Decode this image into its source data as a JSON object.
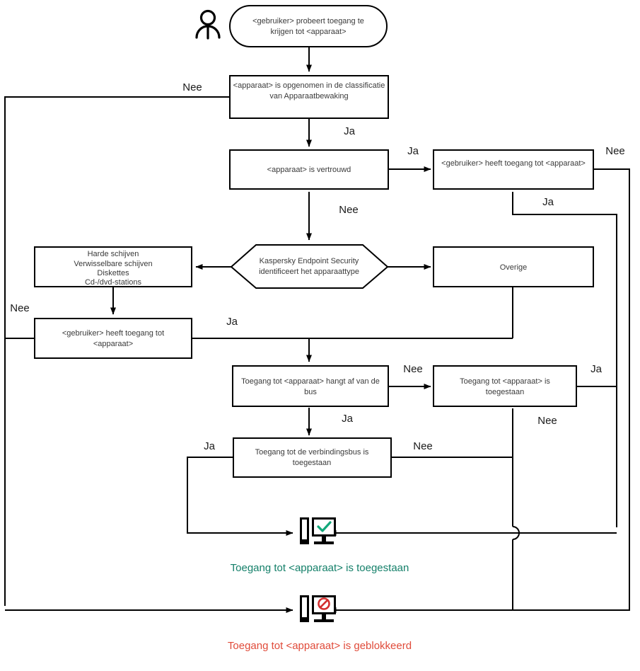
{
  "diagram": {
    "title": "Device Control access decision flow",
    "language": "nl",
    "colors": {
      "allowed": "#15806a",
      "blocked": "#e04b3a",
      "check": "#12a87a",
      "ban": "#d32f2f",
      "line": "#000000",
      "node_text": "#3a3a3a"
    },
    "nodes": {
      "start": {
        "shape": "rounded",
        "line1": "<gebruiker> probeert toegang te",
        "line2": "krijgen tot <apparaat>"
      },
      "classification": {
        "shape": "rect",
        "line1": "<apparaat> is opgenomen in de classificatie",
        "line2": "van Apparaatbewaking"
      },
      "trusted": {
        "shape": "rect",
        "line1": "<apparaat> is vertrouwd"
      },
      "user_access_trusted": {
        "shape": "rect",
        "line1": "<gebruiker> heeft toegang tot <apparaat>"
      },
      "identify_type": {
        "shape": "hexagon",
        "line1": "Kaspersky Endpoint Security",
        "line2": "identificeert het apparaattype"
      },
      "drive_types": {
        "shape": "rect",
        "line1": "Harde schijven",
        "line2": "Verwisselbare schijven",
        "line3": "Diskettes",
        "line4": "Cd-/dvd-stations"
      },
      "other_types": {
        "shape": "rect",
        "line1": "Overige"
      },
      "user_access_device": {
        "shape": "rect",
        "line1": "<gebruiker> heeft toegang tot",
        "line2": "<apparaat>"
      },
      "depends_on_bus": {
        "shape": "rect",
        "line1": "Toegang tot <apparaat> hangt af van de",
        "line2": "bus"
      },
      "device_access_allowed": {
        "shape": "rect",
        "line1": "Toegang tot <apparaat> is",
        "line2": "toegestaan"
      },
      "bus_access_allowed": {
        "shape": "rect",
        "line1": "Toegang tot de verbindingsbus is",
        "line2": "toegestaan"
      }
    },
    "edge_labels": {
      "classification_no": "Nee",
      "classification_yes": "Ja",
      "trusted_yes": "Ja",
      "trusted_no": "Nee",
      "user_access_trusted_no": "Nee",
      "user_access_trusted_yes": "Ja",
      "user_access_device_no": "Nee",
      "user_access_device_yes": "Ja",
      "depends_on_bus_no": "Nee",
      "depends_on_bus_yes": "Ja",
      "device_access_allowed_yes": "Ja",
      "device_access_allowed_no": "Nee",
      "bus_access_yes": "Ja",
      "bus_access_no": "Nee"
    },
    "results": {
      "allowed": {
        "icon": "monitor-check-icon",
        "label": "Toegang tot <apparaat> is toegestaan"
      },
      "blocked": {
        "icon": "monitor-blocked-icon",
        "label": "Toegang tot <apparaat> is geblokkeerd"
      }
    },
    "actor": {
      "icon": "person-icon",
      "label": ""
    }
  }
}
